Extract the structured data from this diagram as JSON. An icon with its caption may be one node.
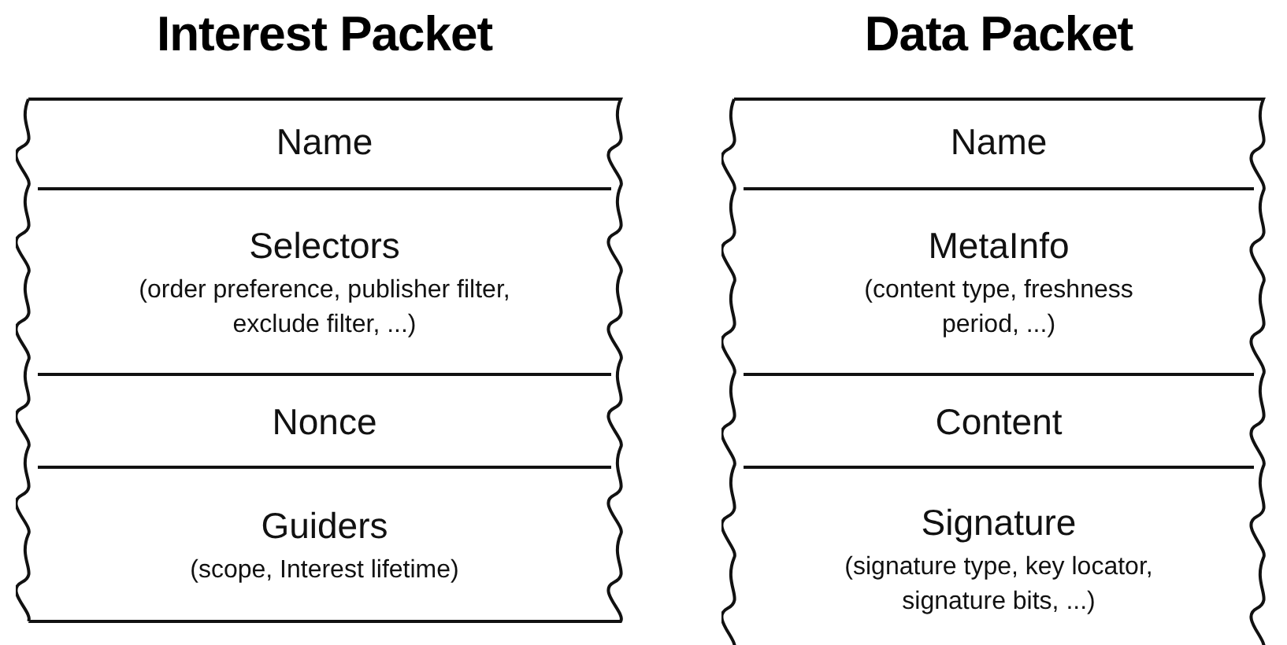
{
  "diagram": {
    "nodes": [
      {
        "text": [
          "Interest Packet"
        ]
      },
      {
        "text": [
          "Name"
        ],
        "in": 0
      },
      {
        "text": [
          "Selectors",
          "(order preference, publisher filter, exclude filter, ...)"
        ],
        "in": 0
      },
      {
        "text": [
          "Nonce"
        ],
        "in": 0
      },
      {
        "text": [
          "Guiders",
          "(scope, Interest lifetime)"
        ],
        "in": 0
      },
      {
        "text": [
          "Data Packet"
        ]
      },
      {
        "text": [
          "Name"
        ],
        "in": 5
      },
      {
        "text": [
          "MetaInfo",
          "(content type, freshness period, ...)"
        ],
        "in": 5
      },
      {
        "text": [
          "Content"
        ],
        "in": 5
      },
      {
        "text": [
          "Signature",
          "(signature type, key locator, signature bits, ...)"
        ],
        "in": 5
      }
    ]
  }
}
